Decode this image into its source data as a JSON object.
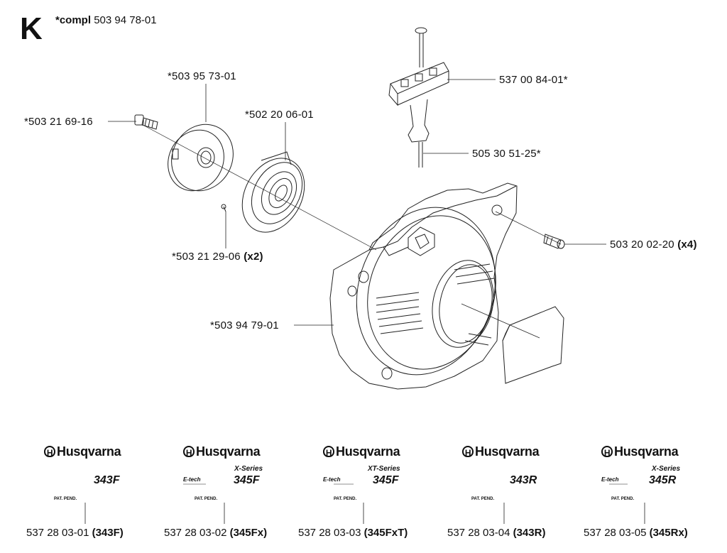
{
  "section": {
    "letter": "K",
    "compl_prefix": "*compl",
    "compl_number": "503 94 78-01"
  },
  "parts": {
    "p1": {
      "number": "*503 95 73-01"
    },
    "p2": {
      "number": "*503 21 69-16"
    },
    "p3": {
      "number": "*502 20 06-01"
    },
    "p4": {
      "number": "*503 21 29-06",
      "qty": "(x2)"
    },
    "p5": {
      "number": "537 00 84-01*"
    },
    "p6": {
      "number": "505 30 51-25*"
    },
    "p7": {
      "number": "503 20 02-20",
      "qty": "(x4)"
    },
    "p8": {
      "number": "*503 94 79-01"
    }
  },
  "decals": [
    {
      "brand": "Husqvarna",
      "series": "",
      "etech": "",
      "model": "343F",
      "pat": "PAT. PEND.",
      "number": "537 28 03-01",
      "variant": "(343F)"
    },
    {
      "brand": "Husqvarna",
      "series": "X-Series",
      "etech": "E-tech",
      "model": "345F",
      "pat": "PAT. PEND.",
      "number": "537 28 03-02",
      "variant": "(345Fx)"
    },
    {
      "brand": "Husqvarna",
      "series": "XT-Series",
      "etech": "E-tech",
      "model": "345F",
      "pat": "PAT. PEND.",
      "number": "537 28 03-03",
      "variant": "(345FxT)"
    },
    {
      "brand": "Husqvarna",
      "series": "",
      "etech": "",
      "model": "343R",
      "pat": "PAT. PEND.",
      "number": "537 28 03-04",
      "variant": "(343R)"
    },
    {
      "brand": "Husqvarna",
      "series": "X-Series",
      "etech": "E-tech",
      "model": "345R",
      "pat": "PAT. PEND.",
      "number": "537 28 03-05",
      "variant": "(345Rx)"
    }
  ],
  "colors": {
    "line": "#222222",
    "background": "#ffffff"
  }
}
